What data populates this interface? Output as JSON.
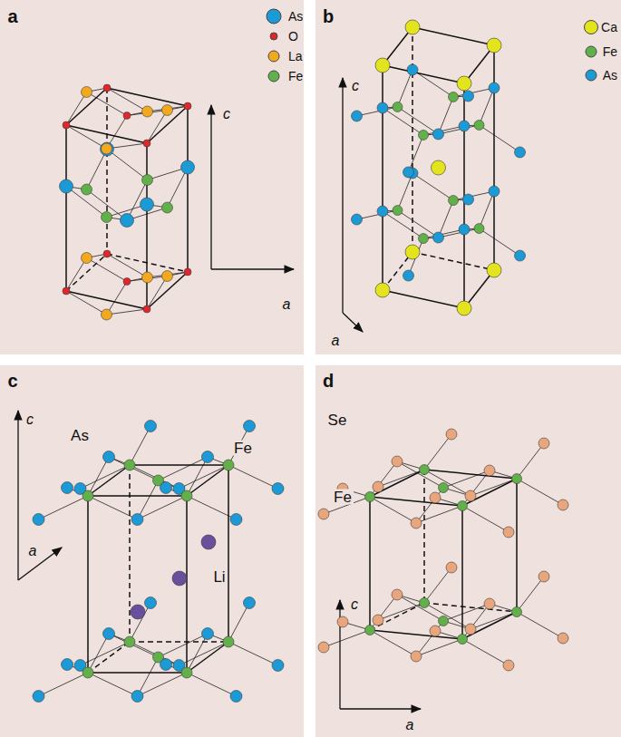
{
  "diagram": {
    "labels": [
      "a",
      "c",
      "a",
      "b",
      "c",
      "a",
      "c",
      "c",
      "a",
      "As",
      "Fe",
      "Li",
      "d",
      "Se",
      "Fe",
      "c",
      "a"
    ],
    "legend": [
      {
        "text": "As",
        "color": "#1b9ad6"
      },
      {
        "text": "O",
        "color": "#e3262a"
      },
      {
        "text": "La",
        "color": "#f2a91f"
      },
      {
        "text": "Fe",
        "color": "#62b04a"
      },
      {
        "text": "Ca",
        "color": "#e4e41e"
      },
      {
        "text": "Fe",
        "color": "#62b04a"
      },
      {
        "text": "As",
        "color": "#1b9ad6"
      }
    ]
  }
}
